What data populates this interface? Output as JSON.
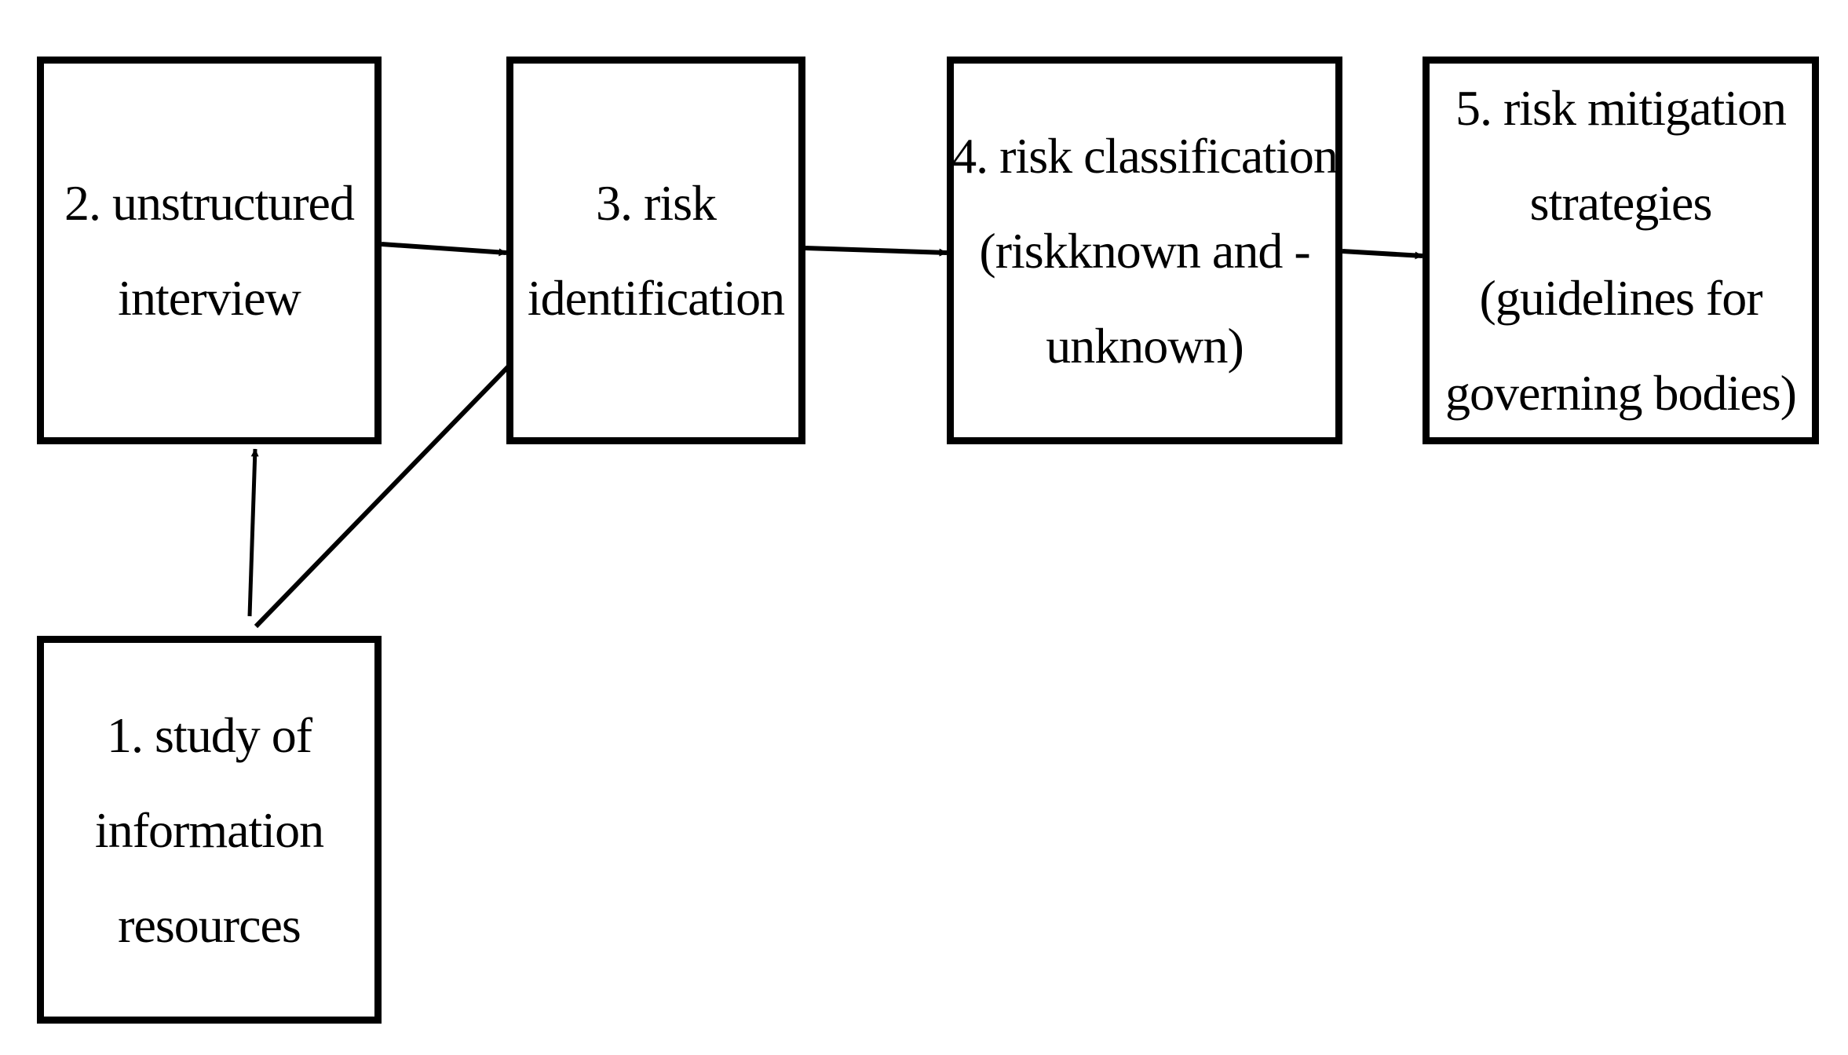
{
  "diagram": {
    "type": "flowchart",
    "colors": {
      "stroke": "#000000",
      "background": "#ffffff",
      "text": "#000000"
    },
    "nodes": [
      {
        "id": "step-1",
        "lines": [
          "1. study of",
          "information",
          "resources"
        ]
      },
      {
        "id": "step-2",
        "lines": [
          "2. unstructured",
          "interview"
        ]
      },
      {
        "id": "step-3",
        "lines": [
          "3. risk",
          "identification"
        ]
      },
      {
        "id": "step-4",
        "lines": [
          "4. risk classification",
          "(riskknown and -",
          "unknown)"
        ]
      },
      {
        "id": "step-5",
        "lines": [
          "5. risk mitigation",
          "strategies",
          "(guidelines for",
          "governing bodies)"
        ]
      }
    ],
    "edges": [
      {
        "from": "step-1",
        "to": "step-2"
      },
      {
        "from": "step-1",
        "to": "step-3"
      },
      {
        "from": "step-2",
        "to": "step-3"
      },
      {
        "from": "step-3",
        "to": "step-4"
      },
      {
        "from": "step-4",
        "to": "step-5"
      }
    ]
  }
}
